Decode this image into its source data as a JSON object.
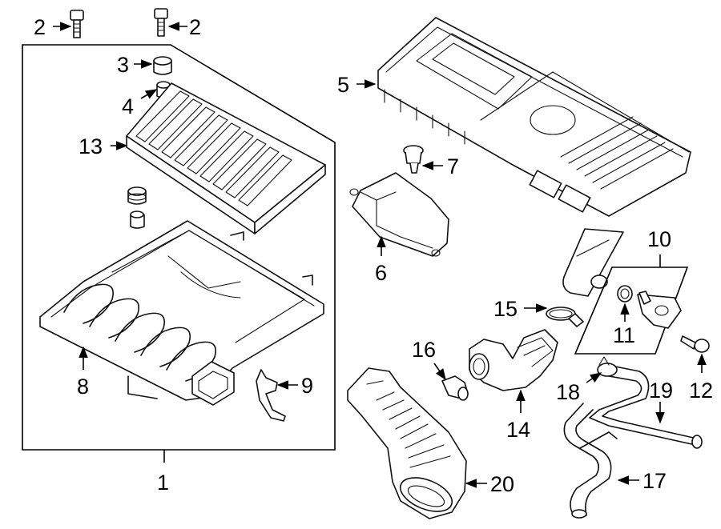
{
  "callouts": [
    {
      "id": "c2a",
      "label": "2"
    },
    {
      "id": "c2b",
      "label": "2"
    },
    {
      "id": "c3",
      "label": "3"
    },
    {
      "id": "c4",
      "label": "4"
    },
    {
      "id": "c13",
      "label": "13"
    },
    {
      "id": "c8",
      "label": "8"
    },
    {
      "id": "c9",
      "label": "9"
    },
    {
      "id": "c1",
      "label": "1"
    },
    {
      "id": "c5",
      "label": "5"
    },
    {
      "id": "c7",
      "label": "7"
    },
    {
      "id": "c6",
      "label": "6"
    },
    {
      "id": "c10",
      "label": "10"
    },
    {
      "id": "c11",
      "label": "11"
    },
    {
      "id": "c12",
      "label": "12"
    },
    {
      "id": "c15",
      "label": "15"
    },
    {
      "id": "c16",
      "label": "16"
    },
    {
      "id": "c14",
      "label": "14"
    },
    {
      "id": "c18",
      "label": "18"
    },
    {
      "id": "c19",
      "label": "19"
    },
    {
      "id": "c17",
      "label": "17"
    },
    {
      "id": "c20",
      "label": "20"
    }
  ]
}
